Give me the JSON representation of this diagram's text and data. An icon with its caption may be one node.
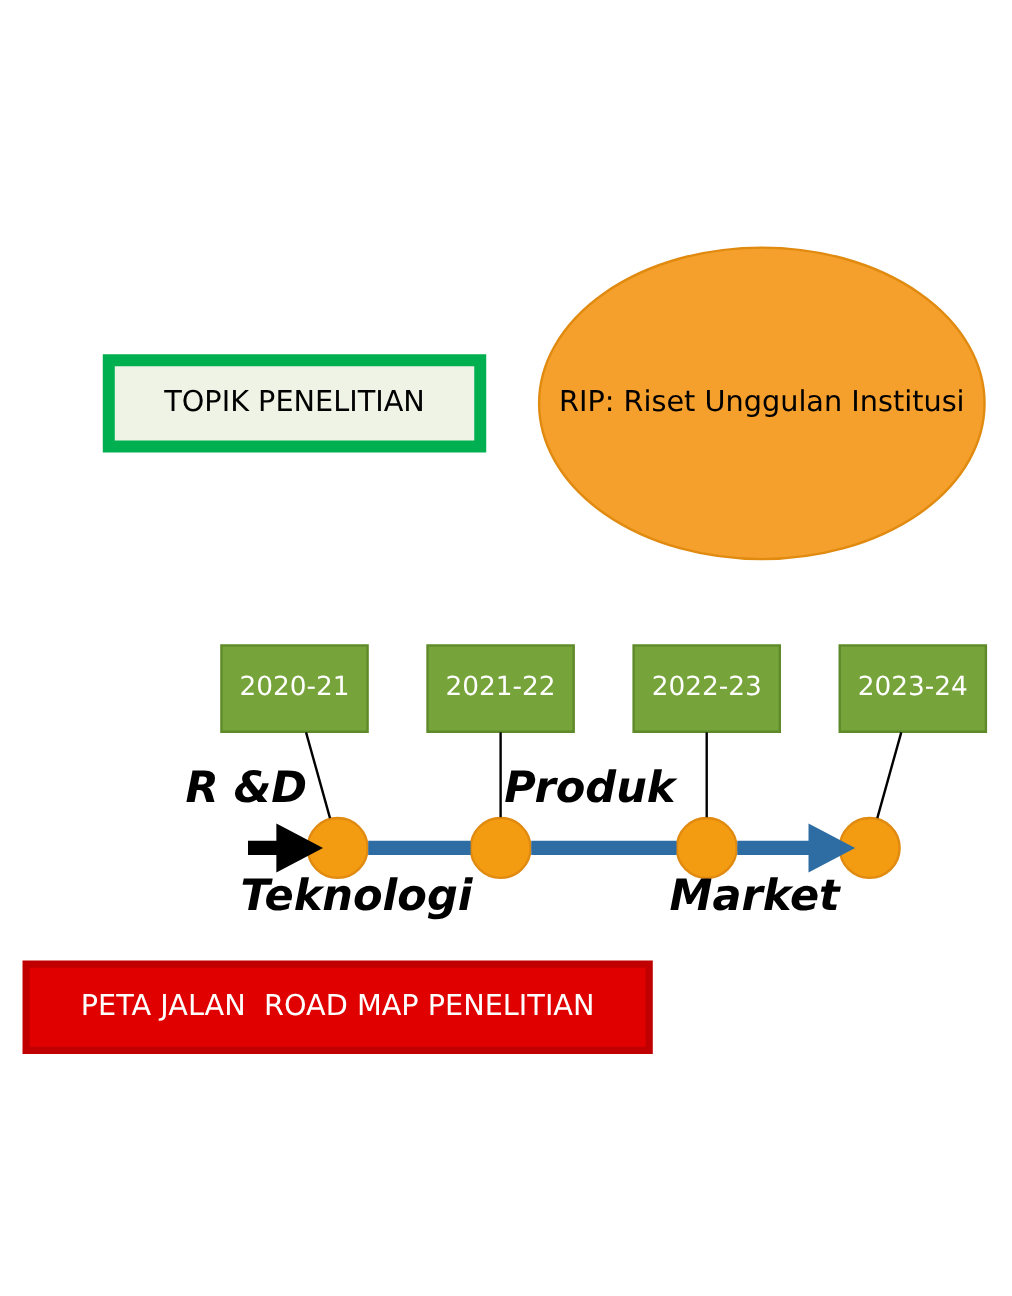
{
  "diagram": {
    "nodes": [
      {
        "text": [
          "TOPIK PENELITIAN"
        ]
      },
      {
        "text": [
          "RIP: Riset Unggulan Institusi"
        ]
      },
      {
        "text": [
          "2020-21"
        ]
      },
      {
        "text": [
          "2021-22"
        ]
      },
      {
        "text": [
          "2022-23"
        ]
      },
      {
        "text": [
          "2023-24"
        ]
      },
      {
        "text": [],
        "shape": "circle",
        "beside": [
          "R &D"
        ]
      },
      {
        "text": [],
        "shape": "circle",
        "beside": [
          "Teknologi"
        ]
      },
      {
        "text": [],
        "shape": "circle",
        "beside": [
          "Produk"
        ]
      },
      {
        "text": [],
        "shape": "circle",
        "beside": [
          "Market"
        ]
      },
      {
        "text": [
          "PETA JALAN  ROAD MAP PENELITIAN"
        ]
      }
    ],
    "edges": [
      {
        "from": 2,
        "to": 6,
        "arrow": "none"
      },
      {
        "from": 3,
        "to": 7,
        "arrow": "none"
      },
      {
        "from": 4,
        "to": 8,
        "arrow": "none"
      },
      {
        "from": 5,
        "to": 9,
        "arrow": "none"
      },
      {
        "from": 6,
        "to": 7,
        "arrow": "none",
        "style": "thick",
        "color": "#2e6da4"
      },
      {
        "from": 7,
        "to": 8,
        "arrow": "none",
        "style": "thick",
        "color": "#2e6da4"
      },
      {
        "from": 8,
        "to": 9,
        "arrow": "to",
        "style": "thick",
        "color": "#2e6da4"
      },
      {
        "from": null,
        "to": 6,
        "arrow": "to",
        "style": "thick",
        "color": "#000000"
      }
    ]
  }
}
